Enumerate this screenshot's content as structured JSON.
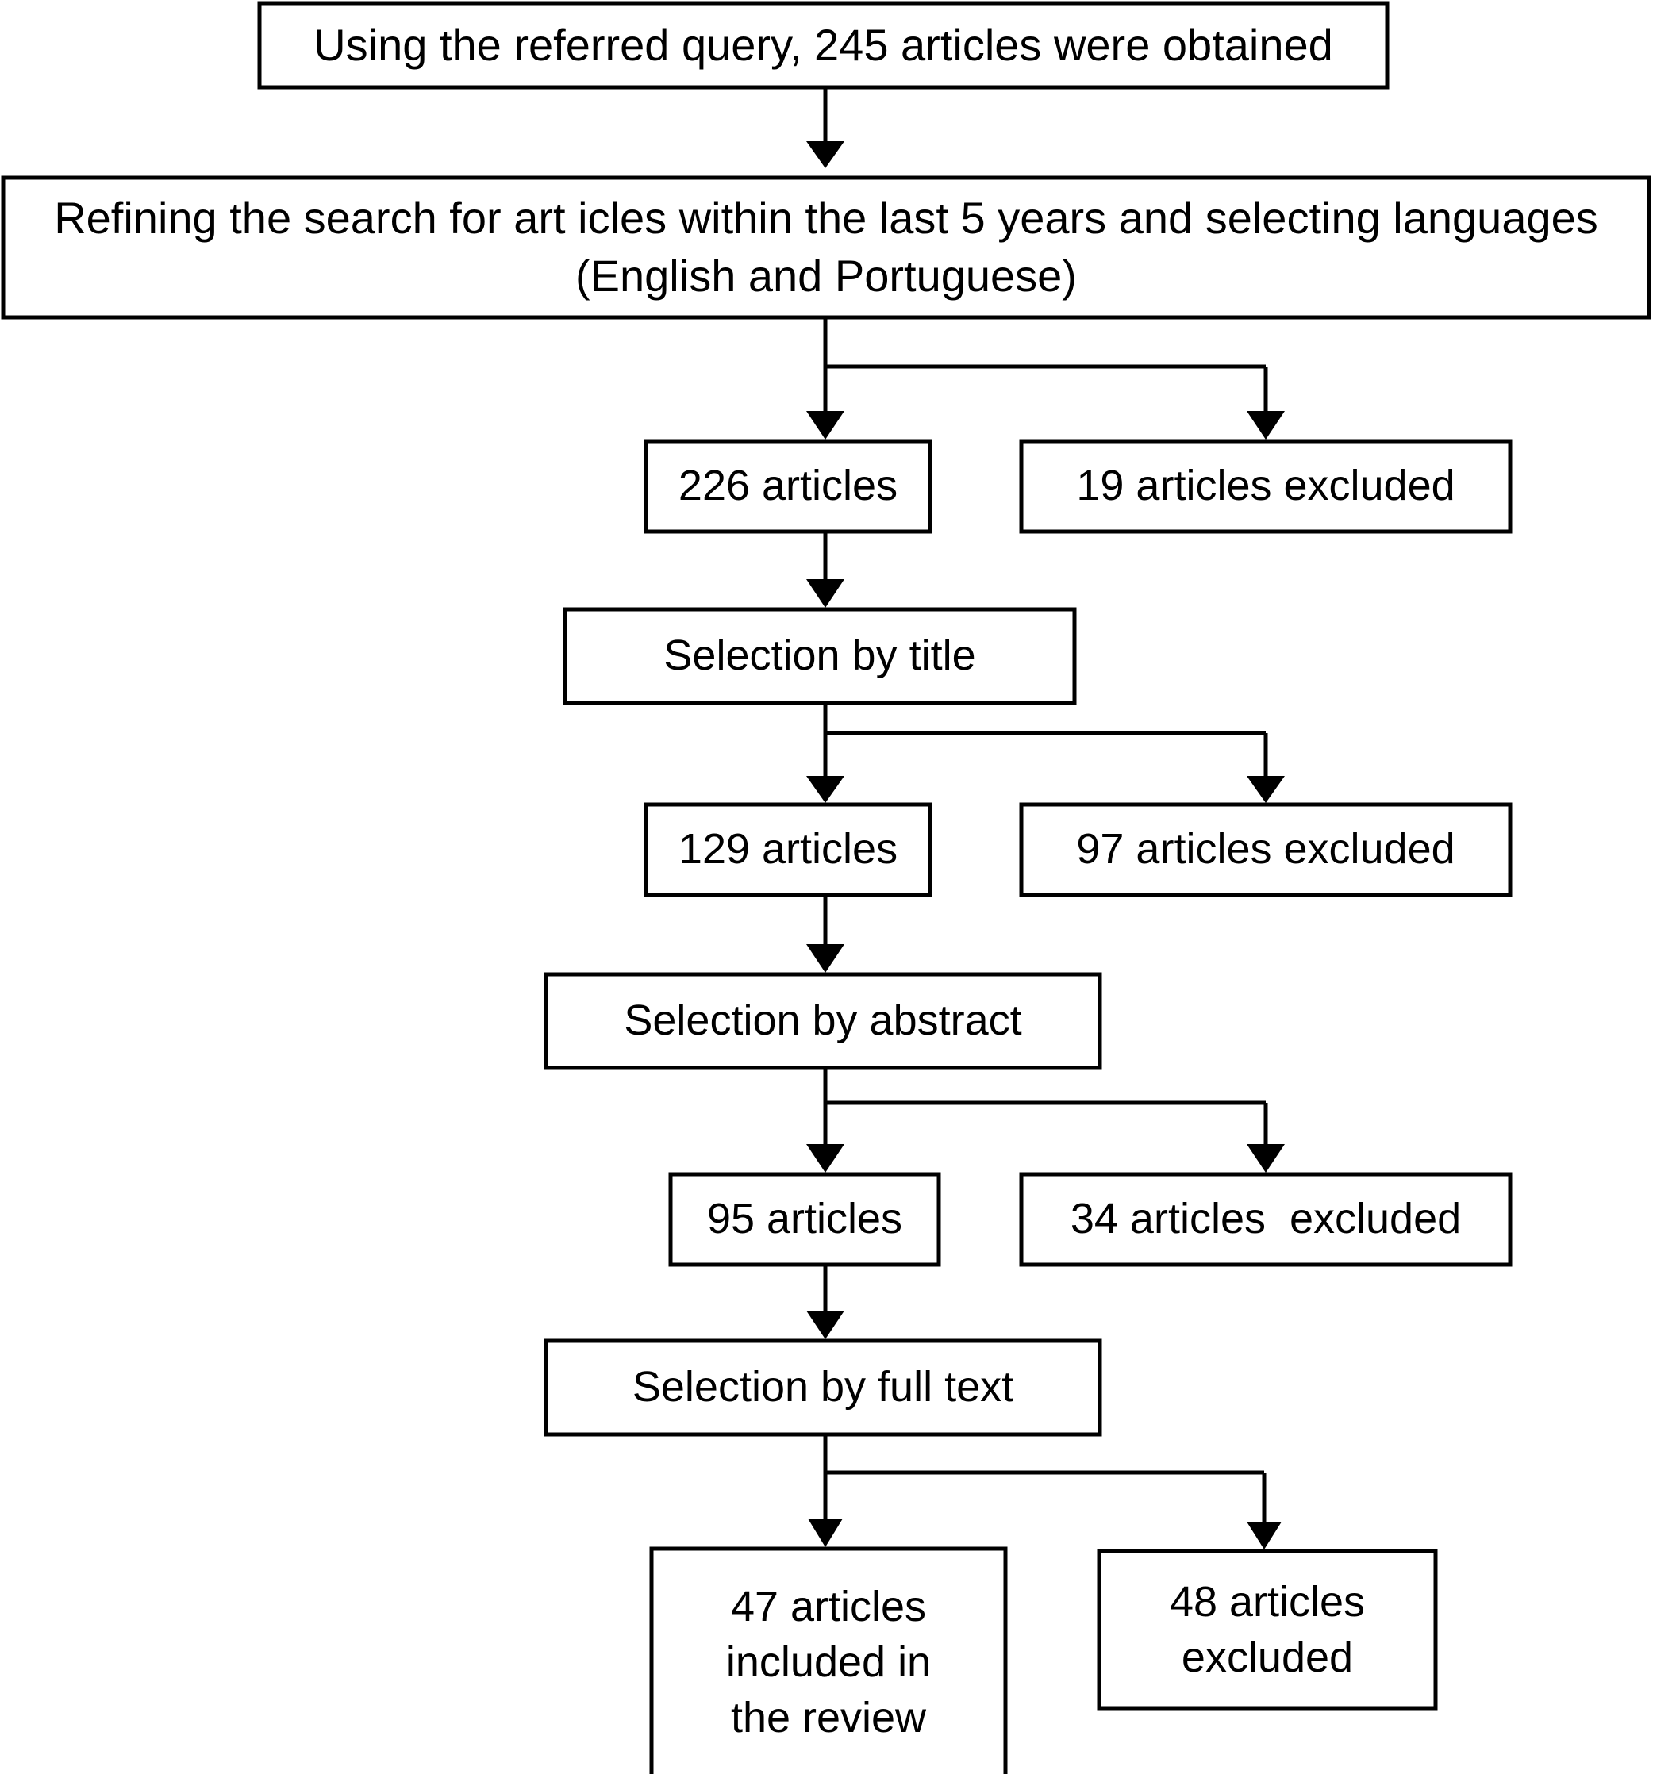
{
  "diagram": {
    "title": "Article selection flowchart",
    "stroke_color": "#000000",
    "fill_color": "#ffffff",
    "nodes": {
      "query": {
        "label": "Using the referred query, 245 articles were obtained"
      },
      "refine": {
        "label": "Refining the search for art icles within the last 5 years and selecting languages\n(English and Portuguese)"
      },
      "n226": {
        "label": "226 articles"
      },
      "ex19": {
        "label": "19 articles excluded"
      },
      "sel_title": {
        "label": "Selection by title"
      },
      "n129": {
        "label": "129 articles"
      },
      "ex97": {
        "label": "97 articles excluded"
      },
      "sel_abstract": {
        "label": "Selection by abstract"
      },
      "n95": {
        "label": "95 articles"
      },
      "ex34": {
        "label": "34 articles  excluded"
      },
      "sel_fulltext": {
        "label": "Selection by full text"
      },
      "n47": {
        "label": "47 articles\nincluded in\nthe review"
      },
      "ex48": {
        "label": "48 articles\nexcluded"
      }
    },
    "counts": {
      "obtained": 245,
      "after_filters": 226,
      "excluded_filters": 19,
      "after_title": 129,
      "excluded_title": 97,
      "after_abstract": 95,
      "excluded_abstract": 34,
      "included_final": 47,
      "excluded_fulltext": 48
    }
  }
}
